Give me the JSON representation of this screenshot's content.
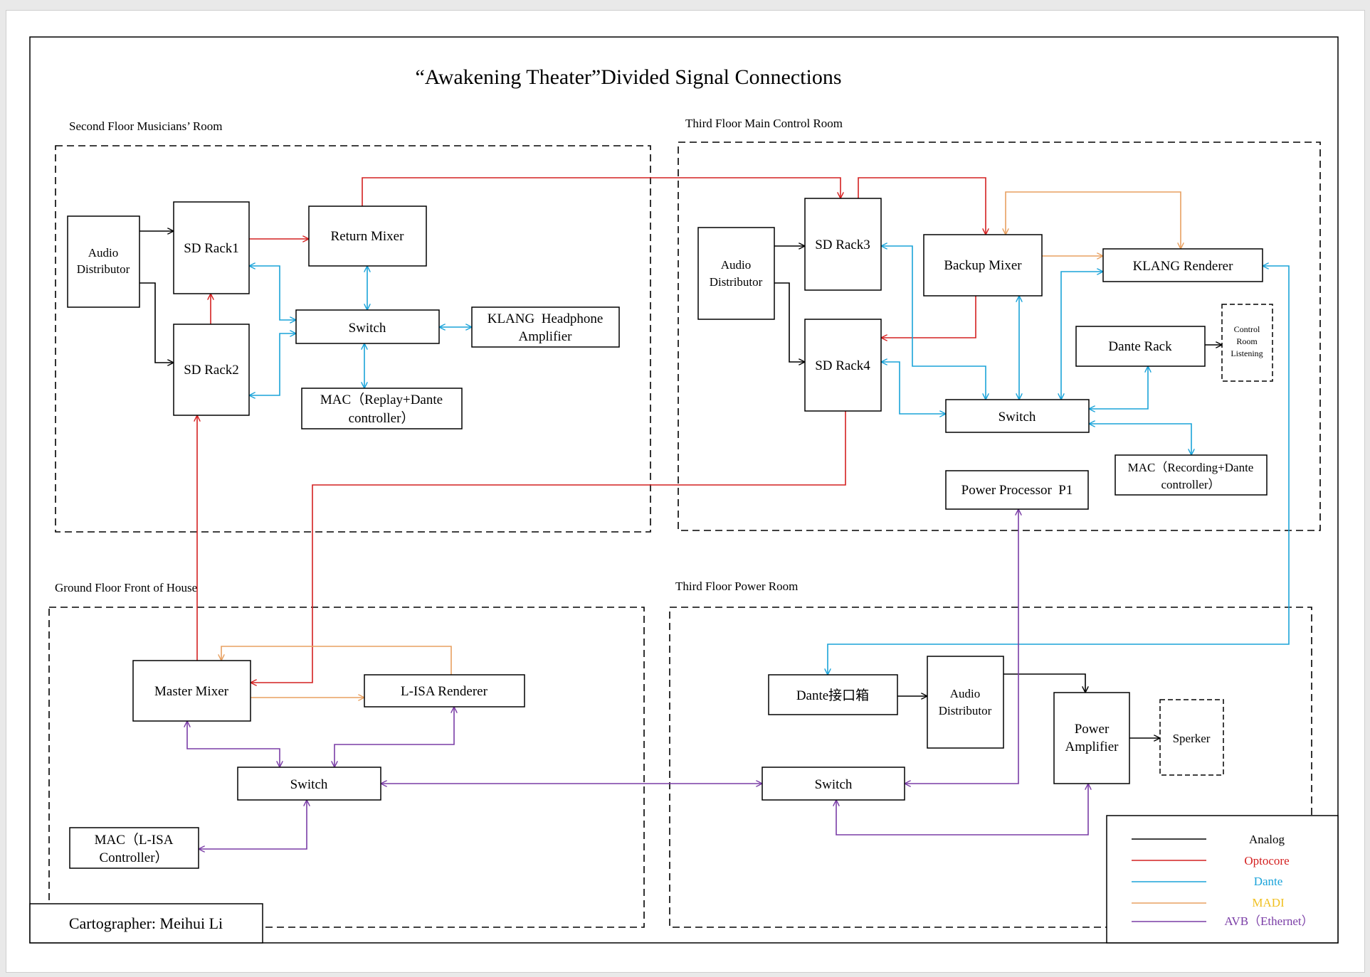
{
  "title": "“Awakening Theater”Divided Signal Connections",
  "regions": {
    "musicians": "Second Floor Musicians’ Room",
    "control": "Third Floor Main Control Room",
    "foh": "Ground Floor Front of House",
    "power": "Third Floor Power Room"
  },
  "nodes": {
    "ad1": [
      "Audio",
      "Distributor"
    ],
    "rack1": [
      "SD Rack1"
    ],
    "rack2": [
      "SD Rack2"
    ],
    "return_mixer": [
      "Return Mixer"
    ],
    "switch1": [
      "Switch"
    ],
    "klang_hp": [
      "KLANG  Headphone",
      "Amplifier"
    ],
    "mac1": [
      "MAC（Replay+Dante",
      "controller）"
    ],
    "ad2": [
      "Audio",
      "Distributor"
    ],
    "rack3": [
      "SD Rack3"
    ],
    "rack4": [
      "SD Rack4"
    ],
    "backup_mixer": [
      "Backup Mixer"
    ],
    "klang_renderer": [
      "KLANG Renderer"
    ],
    "dante_rack": [
      "Dante Rack"
    ],
    "control_listening": [
      "Control",
      "Room",
      "Listening"
    ],
    "switch2": [
      "Switch"
    ],
    "mac2": [
      "MAC（Recording+Dante",
      "controller）"
    ],
    "power_processor": [
      "Power Processor  P1"
    ],
    "master_mixer": [
      "Master Mixer"
    ],
    "lisa_renderer": [
      "L-ISA Renderer"
    ],
    "switch3": [
      "Switch"
    ],
    "mac3": [
      "MAC（L-ISA",
      "Controller）"
    ],
    "dante_box": [
      "Dante接口箱"
    ],
    "ad3": [
      "Audio",
      "Distributor"
    ],
    "power_amp": [
      "Power",
      "Amplifier"
    ],
    "speaker": [
      "Sperker"
    ],
    "switch4": [
      "Switch"
    ]
  },
  "legend": [
    {
      "label": "Analog",
      "color": "#000000"
    },
    {
      "label": "Optocore",
      "color": "#d42020"
    },
    {
      "label": "Dante",
      "color": "#1aa3d9"
    },
    {
      "label": "MADI",
      "color": "#e8a060"
    },
    {
      "label": "AVB（Ethernet）",
      "color": "#7a3da6"
    }
  ],
  "legend_text_colors": [
    "#000000",
    "#d42020",
    "#1aa3d9",
    "#f0c020",
    "#7a3da6"
  ],
  "cartographer": "Cartographer: Meihui Li"
}
